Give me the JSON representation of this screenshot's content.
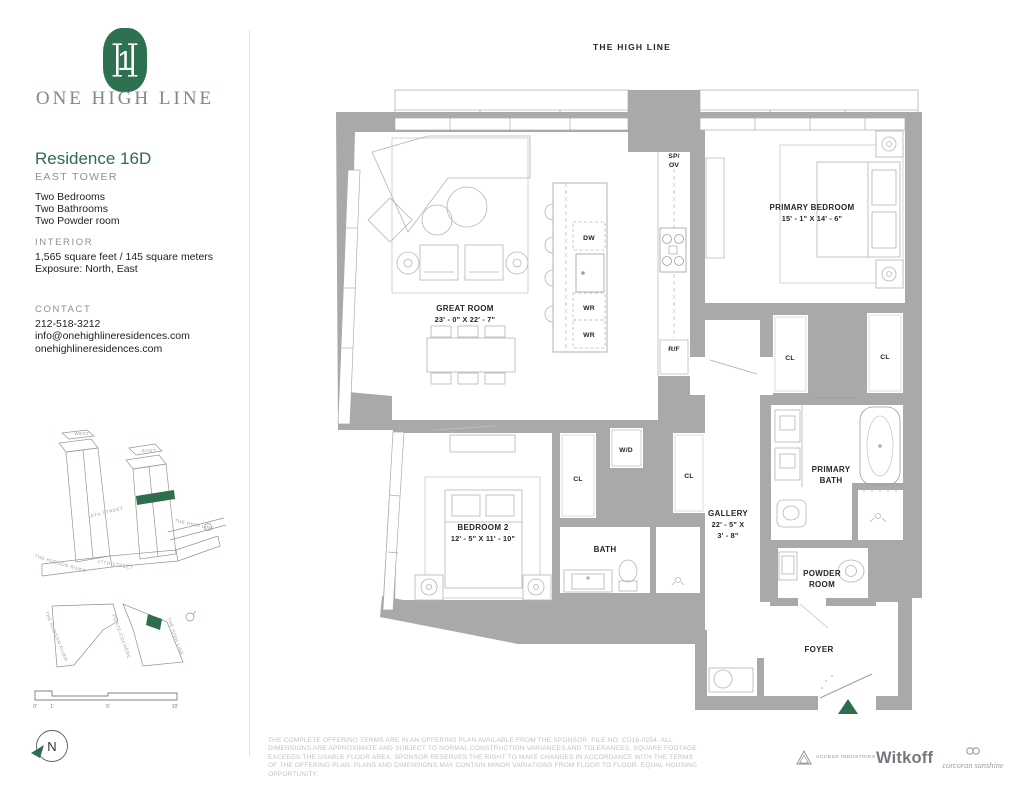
{
  "colors": {
    "brand_green": "#2e6e4e",
    "wall_gray": "#a9a9a9",
    "wordmark_gray": "#7c8b83",
    "muted_gray": "#8b938d",
    "disclaimer_gray": "#c2c2c2",
    "logo_gray": "#82878b"
  },
  "sidebar": {
    "logo_monogram": "1H",
    "wordmark": "ONE HIGH LINE",
    "residence_title": "Residence 16D",
    "tower": "EAST TOWER",
    "features": [
      "Two Bedrooms",
      "Two Bathrooms",
      "Two Powder room"
    ],
    "interior_label": "INTERIOR",
    "interior_area": "1,565 square feet / 145 square meters",
    "exposure": "Exposure: North, East",
    "contact_label": "CONTACT",
    "phone": "212-518-3212",
    "email": "info@onehighlineresidences.com",
    "website": "onehighlineresidences.com"
  },
  "building_diagram": {
    "west": "WEST",
    "east": "EAST",
    "street_18": "18TH STREET",
    "high_line": "THE HIGH LINE",
    "hudson_river": "THE HUDSON RIVER",
    "street_17": "17TH STREET"
  },
  "site_map": {
    "hudson_river": "THE HUDSON RIVER",
    "porte_cochere": "PORTE-COCHÈRE",
    "high_line": "THE HIGH LINE"
  },
  "scale_bar": {
    "labels": [
      "0'",
      "1'",
      "5'",
      "10'"
    ]
  },
  "compass": {
    "north": "N"
  },
  "plan": {
    "context_label": "THE HIGH LINE",
    "great_room": {
      "name": "GREAT ROOM",
      "dims": "23' - 0\" X 22' - 7\""
    },
    "primary_bedroom": {
      "name": "PRIMARY BEDROOM",
      "dims": "15' - 1\" X 14' - 6\""
    },
    "bedroom_2": {
      "name": "BEDROOM 2",
      "dims": "12' - 5\" X 11' - 10\""
    },
    "gallery": {
      "name": "GALLERY",
      "dims_line1": "22' - 5\" X",
      "dims_line2": "3' - 8\""
    },
    "primary_bath": {
      "line1": "PRIMARY",
      "line2": "BATH"
    },
    "bath": "BATH",
    "powder_room": {
      "line1": "POWDER",
      "line2": "ROOM"
    },
    "foyer": "FOYER",
    "appliances": {
      "speed_oven_line1": "SP/",
      "speed_oven_line2": "OV",
      "fridge": "R/F",
      "dishwasher": "DW",
      "wine_upper": "WR",
      "wine_lower": "WR",
      "washer_dryer": "W/D"
    },
    "closets": [
      "CL",
      "CL",
      "CL",
      "CL"
    ]
  },
  "footer": {
    "disclaimer": "THE COMPLETE OFFERING TERMS ARE IN AN OFFERING PLAN AVAILABLE FROM THE SPONSOR. FILE NO. CD16-0254. ALL DIMENSIONS ARE APPROXIMATE AND SUBJECT TO NORMAL CONSTRUCTION VARIANCES AND TOLERANCES. SQUARE FOOTAGE EXCEEDS THE USABLE FLOOR AREA. SPONSOR RESERVES THE RIGHT TO MAKE CHANGES IN ACCORDANCE WITH THE TERMS OF THE OFFERING PLAN. PLANS AND DIMENSIONS MAY CONTAIN MINOR VARIATIONS FROM FLOOR TO FLOOR. EQUAL HOUSING OPPORTUNITY.",
    "logos": {
      "access": "ACCESS INDUSTRIES",
      "witkoff": "Witkoff",
      "corcoran": "corcoran sunshine"
    }
  }
}
